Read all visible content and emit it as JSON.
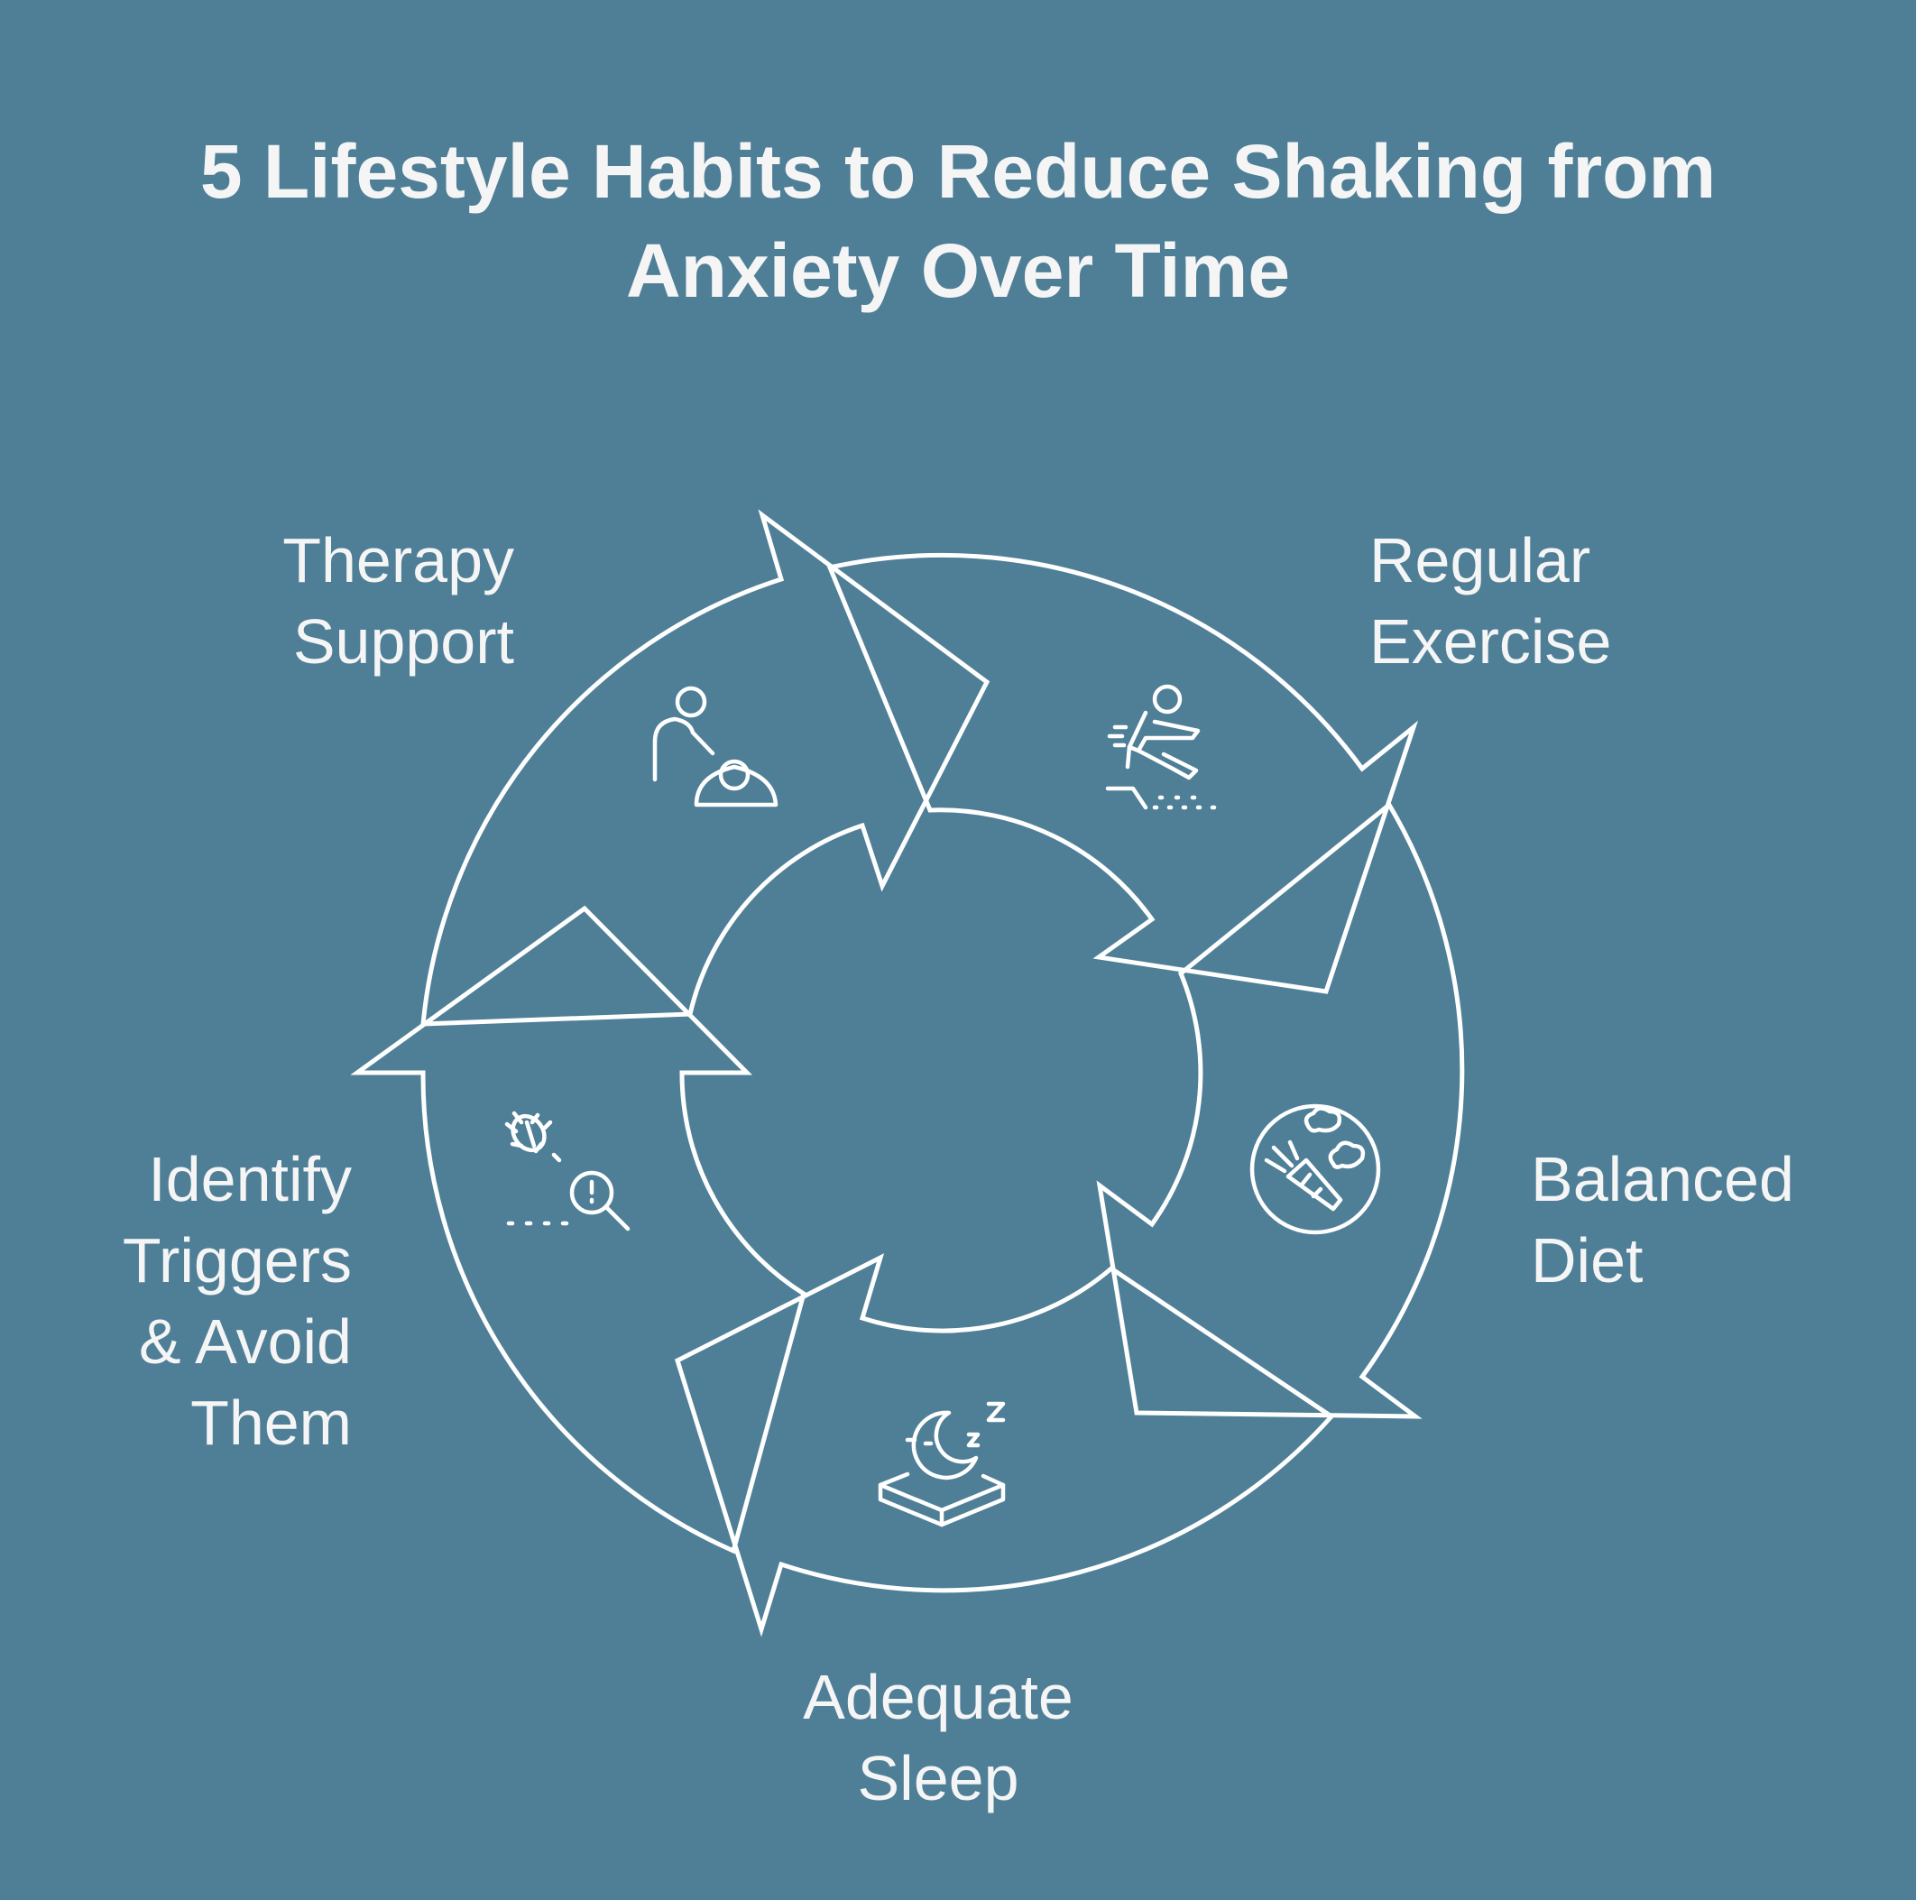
{
  "title": {
    "line1": "5 Lifestyle Habits to Reduce Shaking from",
    "line2": "Anxiety Over Time"
  },
  "colors": {
    "background": "#4e7f97",
    "stroke": "#ffffff",
    "text": "#f5f5f5"
  },
  "habits": [
    {
      "line1": "Therapy",
      "line2": "Support",
      "icon": "therapy-support-icon"
    },
    {
      "line1": "Regular",
      "line2": "Exercise",
      "icon": "running-person-icon"
    },
    {
      "line1": "Balanced",
      "line2": "Diet",
      "icon": "vegetables-plate-icon"
    },
    {
      "line1": "Adequate",
      "line2": "Sleep",
      "icon": "sleeping-moon-bed-icon"
    },
    {
      "line1": "Identify",
      "line2": "Triggers",
      "line3": "& Avoid",
      "line4": "Them",
      "icon": "bug-magnifier-icon"
    }
  ]
}
